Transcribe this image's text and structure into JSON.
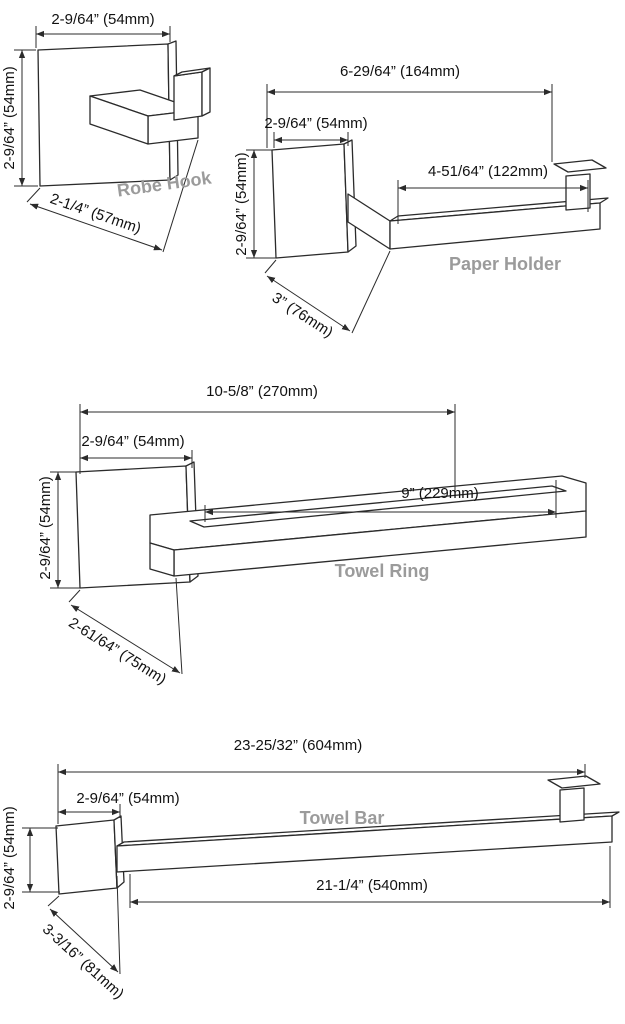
{
  "page": {
    "background": "#ffffff"
  },
  "colors": {
    "line": "#2b2b2b",
    "dimension_text": "#111111",
    "label_gray": "#9b9b9b"
  },
  "products": [
    {
      "name": "Robe Hook",
      "dims": {
        "width_top": "2-9/64”  (54mm)",
        "height_left": "2-9/64”  (54mm)",
        "depth": "2-1/4”  (57mm)"
      }
    },
    {
      "name": "Paper Holder",
      "dims": {
        "overall_width": "6-29/64”  (164mm)",
        "plate_width": "2-9/64”  (54mm)",
        "inner_width": "4-51/64”  (122mm)",
        "plate_height": "2-9/64”  (54mm)",
        "depth": "3”  (76mm)"
      }
    },
    {
      "name": "Towel Ring",
      "dims": {
        "overall_width": "10-5/8”  (270mm)",
        "plate_width": "2-9/64”  (54mm)",
        "inner_width": "9”  (229mm)",
        "plate_height": "2-9/64”  (54mm)",
        "depth": "2-61/64”  (75mm)"
      }
    },
    {
      "name": "Towel Bar",
      "dims": {
        "overall_width": "23-25/32”  (604mm)",
        "plate_width": "2-9/64”  (54mm)",
        "inner_width": "21-1/4”  (540mm)",
        "plate_height": "2-9/64”  (54mm)",
        "depth": "3-3/16”  (81mm)"
      }
    }
  ]
}
